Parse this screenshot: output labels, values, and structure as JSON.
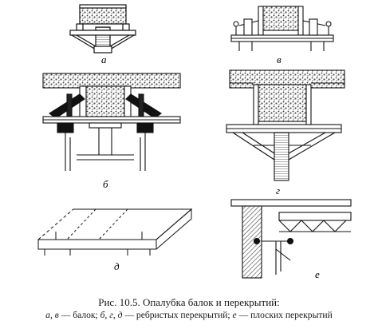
{
  "panel_labels": {
    "a": "а",
    "v": "в",
    "b": "б",
    "g": "г",
    "d": "д",
    "e": "е"
  },
  "caption": {
    "title": "Рис. 10.5. Опалубка балок и перекрытий:",
    "legend": {
      "part1_letters": "а, в",
      "part1_text": " — балок; ",
      "part2_letters": "б, г, д",
      "part2_text": " — ребристых перекрытий; ",
      "part3_letters": "е",
      "part3_text": " — плоских перекрытий"
    }
  }
}
